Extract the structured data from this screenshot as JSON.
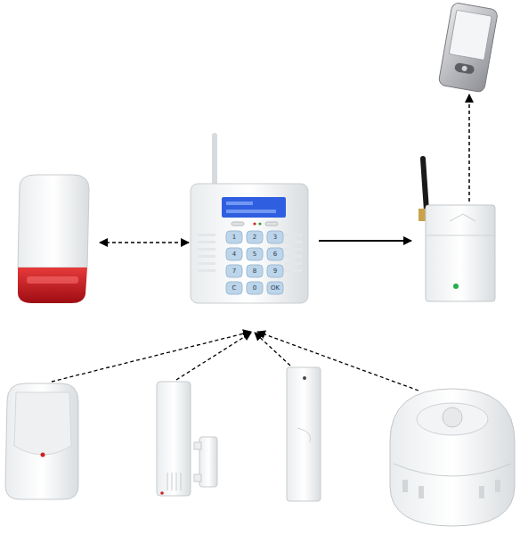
{
  "diagram": {
    "labels": [
      "1",
      "2",
      "3",
      "4",
      "5",
      "6",
      "7",
      "8",
      "9",
      "C",
      "0",
      "OK"
    ]
  }
}
